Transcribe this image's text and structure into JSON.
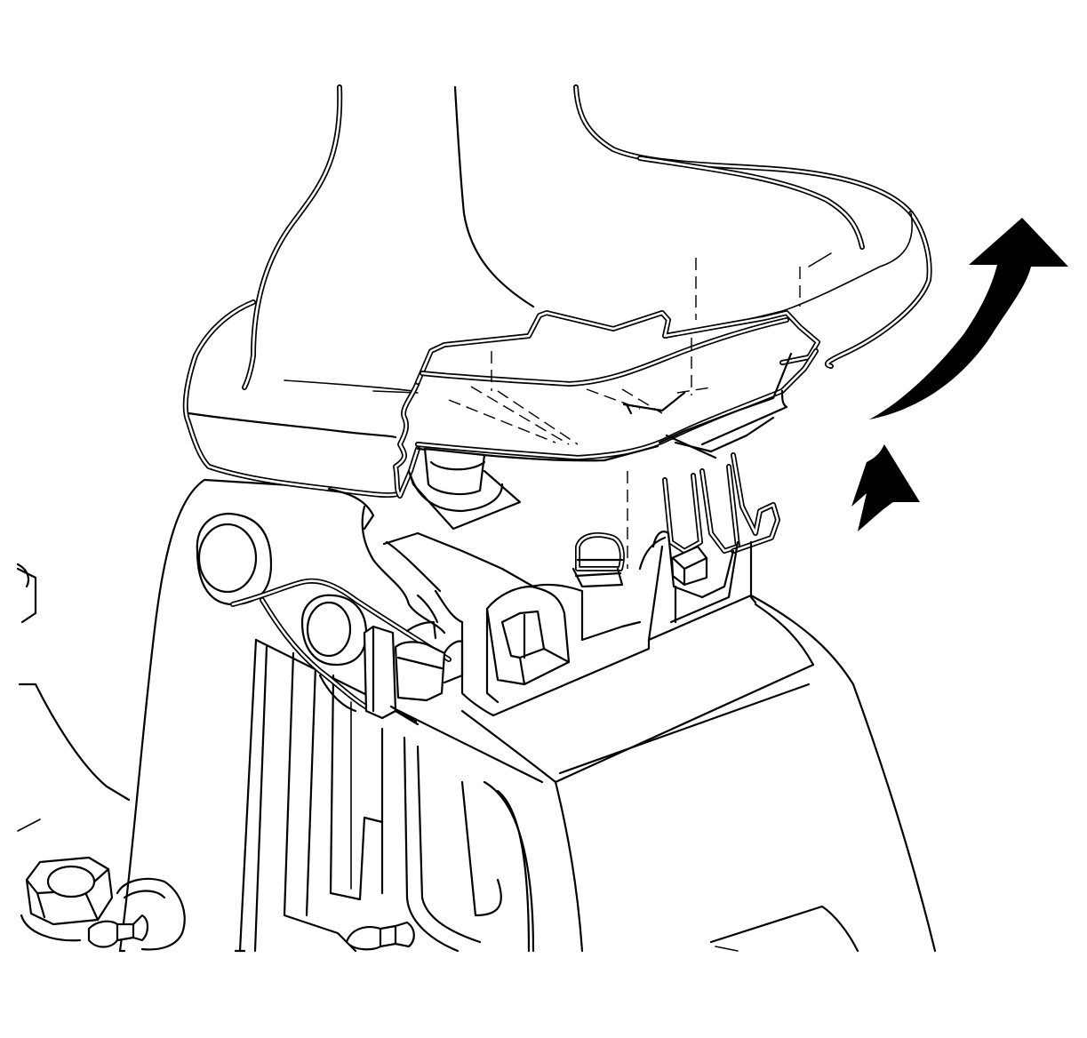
{
  "figure": {
    "caption": "",
    "background_color": "#ffffff",
    "line_color": "#000000",
    "arrows": [
      {
        "name": "rotation-arrow-large",
        "direction": "counterclockwise-up"
      },
      {
        "name": "rotation-arrow-small",
        "direction": "down-left"
      }
    ]
  }
}
